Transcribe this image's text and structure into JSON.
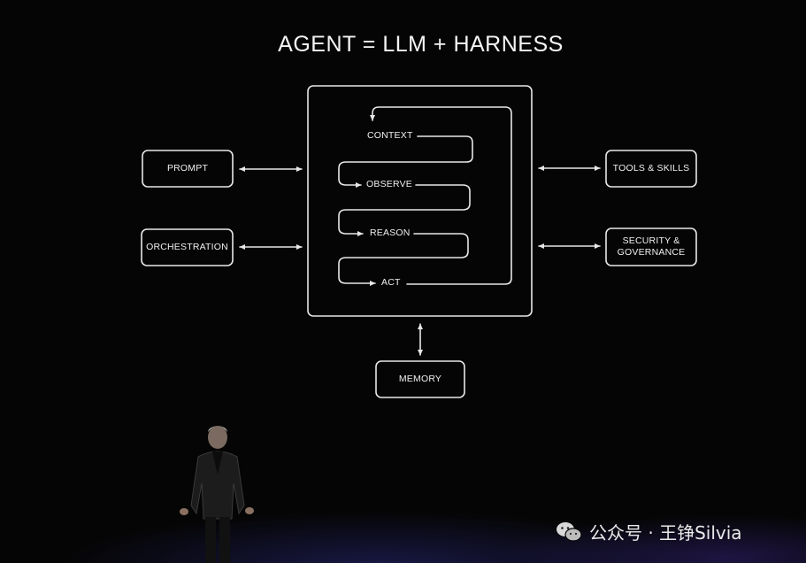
{
  "title": "AGENT = LLM + HARNESS",
  "left_boxes": [
    {
      "label": "PROMPT"
    },
    {
      "label": "ORCHESTRATION"
    }
  ],
  "right_boxes": [
    {
      "label": "TOOLS & SKILLS"
    },
    {
      "label": "SECURITY &\nGOVERNANCE"
    }
  ],
  "bottom_box": {
    "label": "MEMORY"
  },
  "loop_steps": [
    "CONTEXT",
    "OBSERVE",
    "REASON",
    "ACT"
  ],
  "watermark": {
    "text": "公众号 · 王铮Silvia"
  },
  "colors": {
    "background": "#050505",
    "stroke": "#e8e8e8"
  }
}
